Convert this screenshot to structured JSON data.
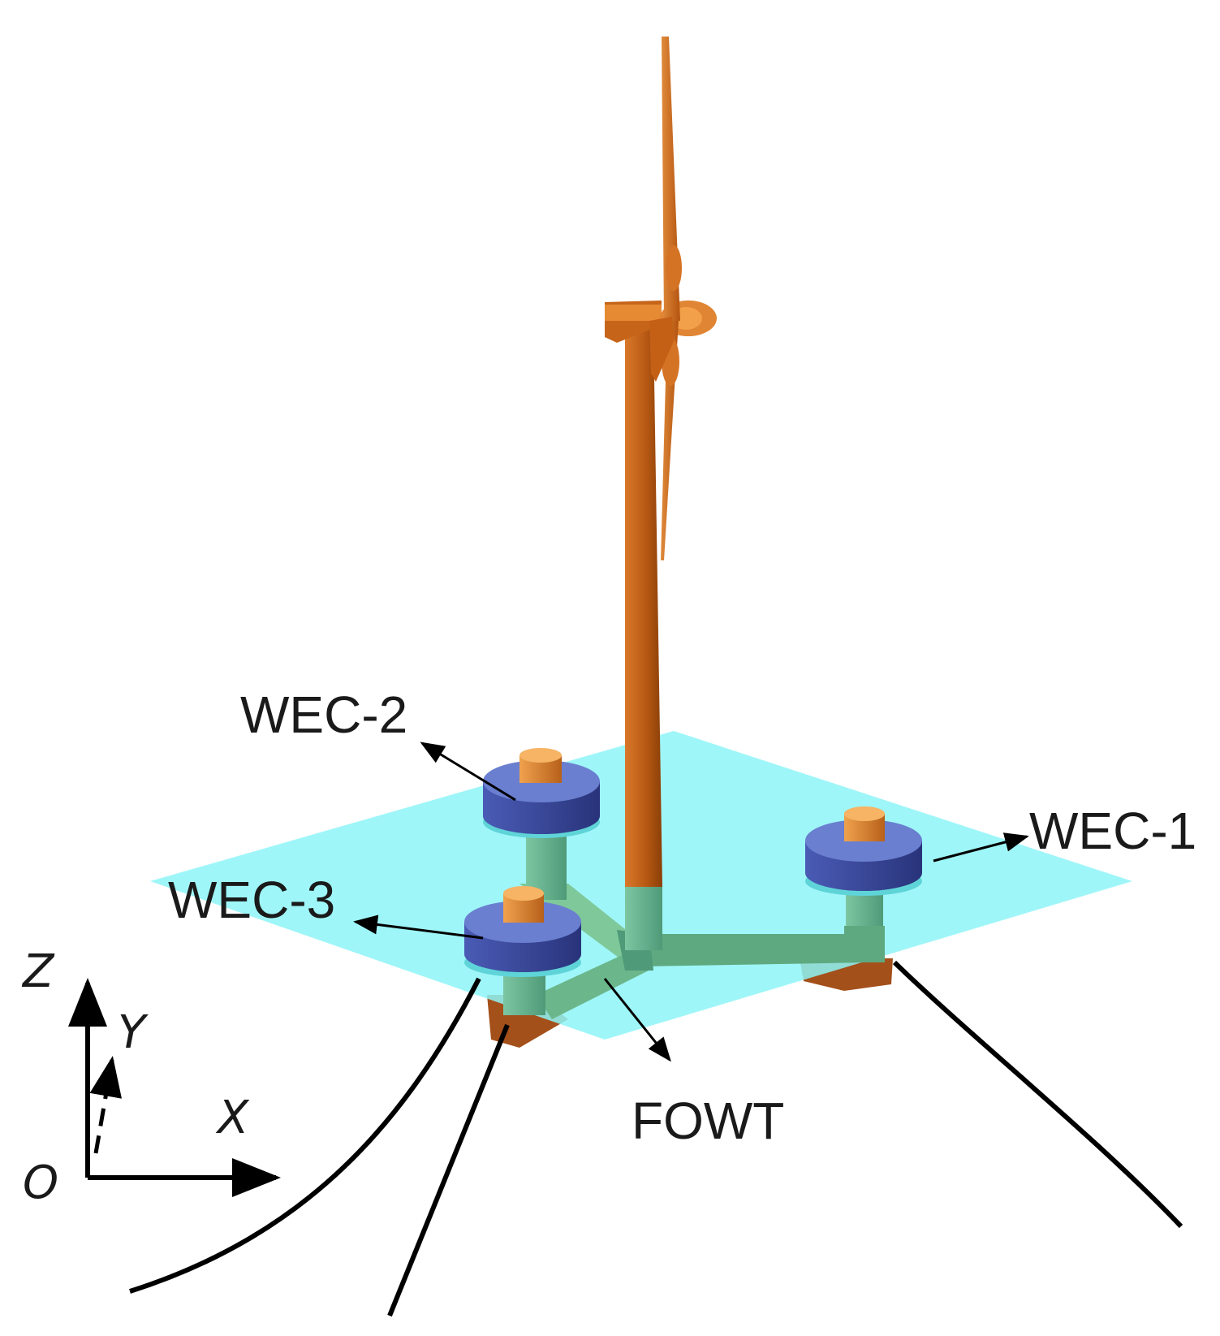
{
  "labels": {
    "wec1": "WEC-1",
    "wec2": "WEC-2",
    "wec3": "WEC-3",
    "fowt": "FOWT"
  },
  "axes": {
    "z": "Z",
    "y": "Y",
    "x": "X",
    "origin": "O"
  },
  "colors": {
    "water_plane": "#8ef4f7",
    "structure": "#c8661a",
    "structure_light": "#f0a14a",
    "pontoon": "#5faa88",
    "wec_ring": "#3d4fa3",
    "mooring": "#000000"
  }
}
